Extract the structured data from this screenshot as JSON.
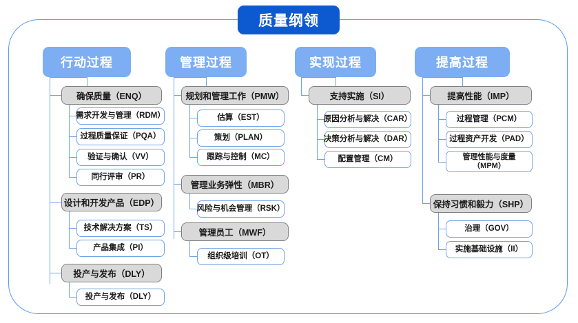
{
  "diagram": {
    "type": "tree",
    "root": {
      "label": "质量纲领",
      "color": "#0d59d0"
    },
    "frame": {
      "border_color": "#5a9bf0"
    },
    "palette": {
      "root_fill": "#0d59d0",
      "column_header_fill": "#7dadf2",
      "group_fill": "#d9d9d9",
      "group_border": "#808080",
      "leaf_fill": "#ffffff",
      "leaf_border": "#6fa3e8",
      "connector": "#6fa3e8"
    },
    "columns": [
      {
        "header": "行动过程",
        "groups": [
          {
            "label": "确保质量（ENQ）",
            "children": [
              "需求开发与管理（RDM）",
              "过程质量保证（PQA）",
              "验证与确认（VV）",
              "同行评审（PR）"
            ]
          },
          {
            "label": "设计和开发产品（EDP）",
            "children": [
              "技术解决方案（TS）",
              "产品集成（PI）"
            ]
          },
          {
            "label": "投产与发布（DLY）",
            "children": [
              "投产与发布（DLY）"
            ]
          }
        ]
      },
      {
        "header": "管理过程",
        "groups": [
          {
            "label": "规划和管理工作（PMW）",
            "children": [
              "估算（EST）",
              "策划（PLAN）",
              "跟踪与控制（MC）"
            ]
          },
          {
            "label": "管理业务弹性（MBR）",
            "children": [
              "风险与机会管理（RSK）"
            ]
          },
          {
            "label": "管理员工（MWF）",
            "children": [
              "组织级培训（OT）"
            ]
          }
        ]
      },
      {
        "header": "实现过程",
        "groups": [
          {
            "label": "支持实施（SI）",
            "children": [
              "原因分析与解决（CAR）",
              "决策分析与解决（DAR）",
              "配置管理（CM）"
            ]
          }
        ]
      },
      {
        "header": "提高过程",
        "groups": [
          {
            "label": "提高性能（IMP）",
            "children": [
              "过程管理（PCM）",
              "过程资产开发（PAD）",
              "管理性能与度量\n（MPM）"
            ]
          },
          {
            "label": "保持习惯和毅力（SHP）",
            "children": [
              "治理（GOV）",
              "实施基础设施（II）"
            ]
          }
        ]
      }
    ]
  }
}
